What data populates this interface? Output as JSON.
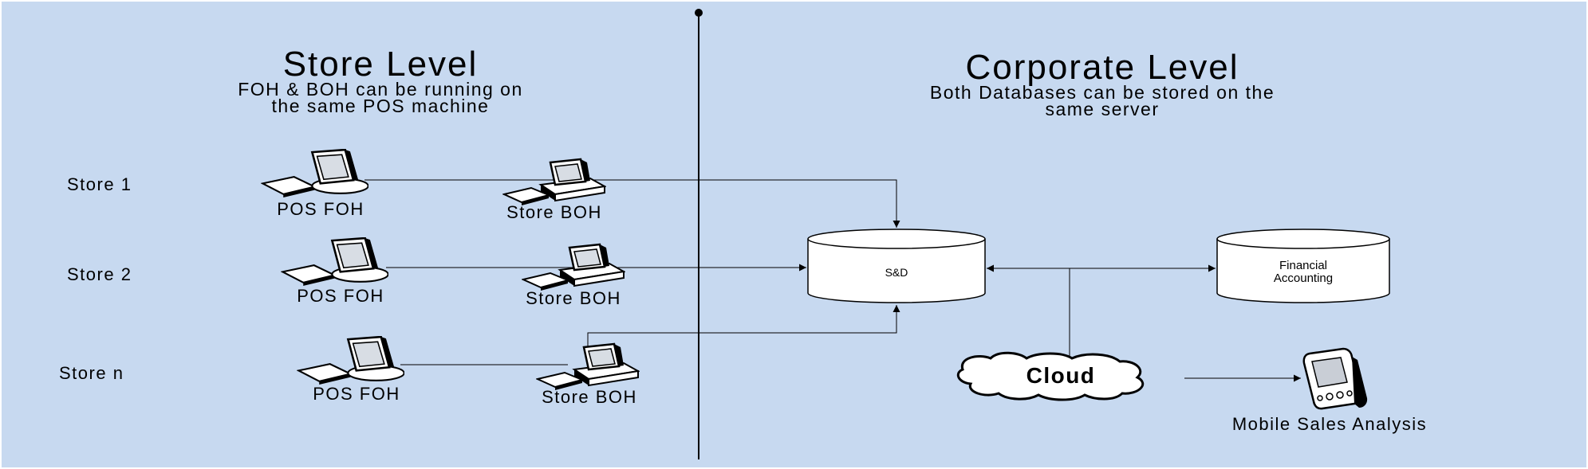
{
  "store_level": {
    "title": "Store Level",
    "subtitle_line1": "FOH & BOH can be running on",
    "subtitle_line2": "the same POS machine"
  },
  "corporate_level": {
    "title": "Corporate Level",
    "subtitle_line1": "Both Databases can be stored on the",
    "subtitle_line2": "same server"
  },
  "stores": [
    {
      "label": "Store 1",
      "foh_label": "POS FOH",
      "boh_label": "Store BOH"
    },
    {
      "label": "Store 2",
      "foh_label": "POS FOH",
      "boh_label": "Store BOH"
    },
    {
      "label": "Store n",
      "foh_label": "POS FOH",
      "boh_label": "Store BOH"
    }
  ],
  "databases": {
    "sd": "S&D",
    "fa_line1": "Financial",
    "fa_line2": "Accounting"
  },
  "cloud_label": "Cloud",
  "mobile_label": "Mobile Sales Analysis",
  "colors": {
    "background": "#c7d9f0",
    "line": "#000000",
    "shape_fill": "#ffffff"
  },
  "icons": [
    "pos-terminal-icon",
    "desktop-computer-icon",
    "database-cylinder-icon",
    "cloud-icon",
    "handheld-device-icon"
  ]
}
